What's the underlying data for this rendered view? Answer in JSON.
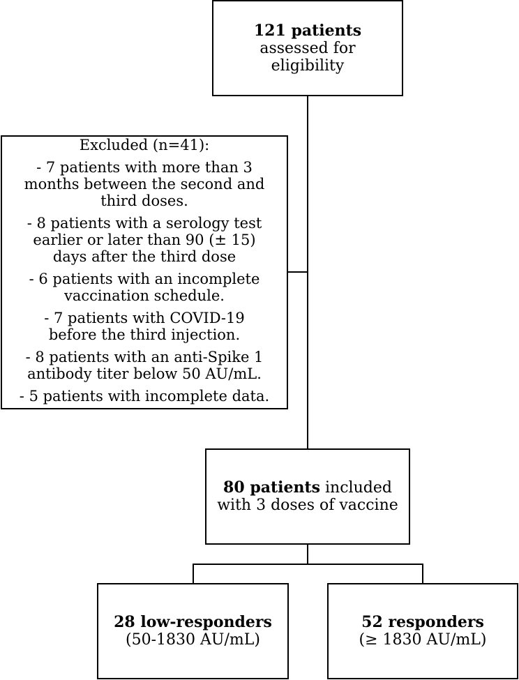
{
  "assessed": {
    "bold": "121 patients",
    "line1": "assessed for",
    "line2": "eligibility"
  },
  "excluded": {
    "title": "Excluded (n=41):",
    "items": [
      [
        "- 7 patients with more than 3",
        "months between the second and",
        "third doses."
      ],
      [
        "- 8 patients with a serology test",
        "earlier or later than 90 (± 15)",
        "days after the third dose"
      ],
      [
        "- 6 patients with an incomplete",
        "vaccination schedule."
      ],
      [
        "- 7 patients with COVID-19",
        "before the third injection."
      ],
      [
        "- 8 patients with an anti-Spike 1",
        "antibody titer below 50 AU/mL."
      ],
      [
        "- 5 patients with incomplete data."
      ]
    ]
  },
  "included": {
    "bold": "80 patients",
    "rest": " included",
    "line2": "with 3 doses of vaccine"
  },
  "low_responders": {
    "bold": "28 low-responders",
    "range": "(50-1830 AU/mL)"
  },
  "responders": {
    "bold": "52 responders",
    "range": "(≥ 1830 AU/mL)"
  }
}
